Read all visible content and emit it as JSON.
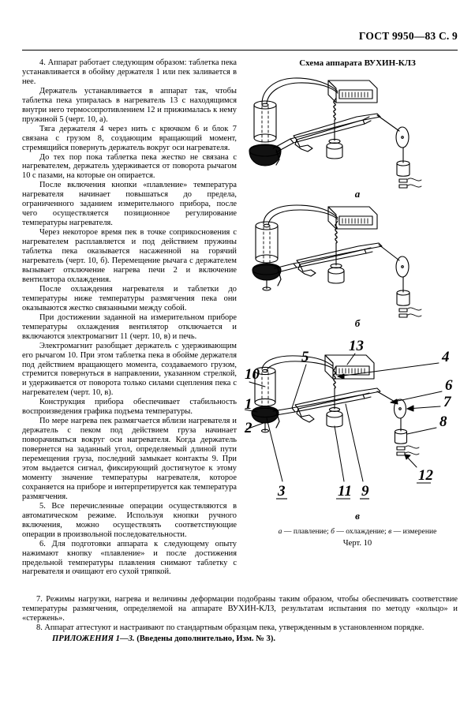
{
  "header": {
    "standard_ref": "ГОСТ 9950—83 С. 9"
  },
  "left_column": {
    "paragraphs": [
      "4. Аппарат работает следующим образом: таблетка пека устанавливается в обойму держателя 1 или пек заливается в нее.",
      "Держатель устанавливается в аппарат так, чтобы таблетка пека упиралась в нагреватель 13 с находящимся внутри него термосопротивлением 12 и прижималась к нему пружиной 5 (черт. 10, а).",
      "Тяга держателя 4 через нить с крючком 6 и блок 7 связана с грузом 8, создающим вращающий момент, стремящийся повернуть держатель вокруг оси нагревателя.",
      "До тех пор пока таблетка пека жестко не связана с нагревателем, держатель удерживается от поворота рычагом 10 с пазами, на которые он опирается.",
      "После включения кнопки «плавление» температура нагревателя начинает повышаться до предела, ограниченного заданием измерительного прибора, после чего осуществляется позиционное регулирование температуры нагревателя.",
      "Через некоторое время пек в точке соприкосновения с нагревателем расплавляется и под действием пружины таблетка пека оказывается насаженной на горячий нагреватель (черт. 10, б). Перемещение рычага с держателем вызывает отключение нагрева печи 2 и включение вентилятора охлаждения.",
      "После охлаждения нагревателя и таблетки до температуры ниже температуры размягчения пека они оказываются жестко связанными между собой.",
      "При достижении заданной на измерительном приборе температуры охлаждения вентилятор отключается и включаются электромагнит 11 (черт. 10, в) и печь.",
      "Электромагнит разобщает держатель с удерживающим его рычагом 10. При этом таблетка пека в обойме держателя под действием вращающего момента, создаваемого грузом, стремится повернуться в направлении, указанном стрелкой, и удерживается от поворота только силами сцепления пека с нагревателем (черт. 10, в).",
      "Конструкция прибора обеспечивает стабильность воспроизведения графика подъема температуры.",
      "По мере нагрева пек размягчается вблизи нагревателя и держатель с пеком под действием груза начинает поворачиваться вокруг оси нагревателя. Когда держатель повернется на заданный угол, определяемый длиной пути перемещения груза, последний замыкает контакты 9. При этом выдается сигнал, фиксирующий достигнутое к этому моменту значение температуры нагревателя, которое сохраняется на приборе и интерпретируется как температура размягчения.",
      "5. Все перечисленные операции осуществляются в автоматическом режиме. Используя кнопки ручного включения, можно осуществлять соответствующие операции в произвольной последовательности.",
      "6. Для подготовки аппарата к следующему опыту нажимают кнопку «плавление» и после достижения предельной температуры плавления снимают таблетку с нагревателя и очищают его сухой тряпкой."
    ]
  },
  "figure": {
    "title": "Схема аппарата ВУХИН-КЛЗ",
    "panel_letters": [
      "а",
      "б",
      "в"
    ],
    "callout_numbers": [
      "10",
      "1",
      "2",
      "3",
      "5",
      "13",
      "4",
      "6",
      "7",
      "8",
      "11",
      "9",
      "12"
    ],
    "caption": "а — плавление; б — охлаждение; в — измерение",
    "caption_parts": {
      "a_letter": "а",
      "a_text": "— плавление;",
      "b_letter": "б",
      "b_text": "— охлаждение;",
      "v_letter": "в",
      "v_text": "— измерение"
    },
    "number_label": "Черт. 10"
  },
  "bottom": {
    "paragraphs": [
      "7. Режимы нагрузки, нагрева и величины деформации подобраны таким образом, чтобы обеспечивать соответствие температуры размягчения, определяемой на аппарате ВУХИН-КЛЗ, результатам испытания по методу «кольцо» и «стержень».",
      "8. Аппарат аттестуют и настраивают по стандартным образцам пека, утвержденным в установленном порядке."
    ],
    "annex_italic": "ПРИЛОЖЕНИЯ 1—3.",
    "annex_bold": "(Введены дополнительно, Изм. № 3)."
  }
}
